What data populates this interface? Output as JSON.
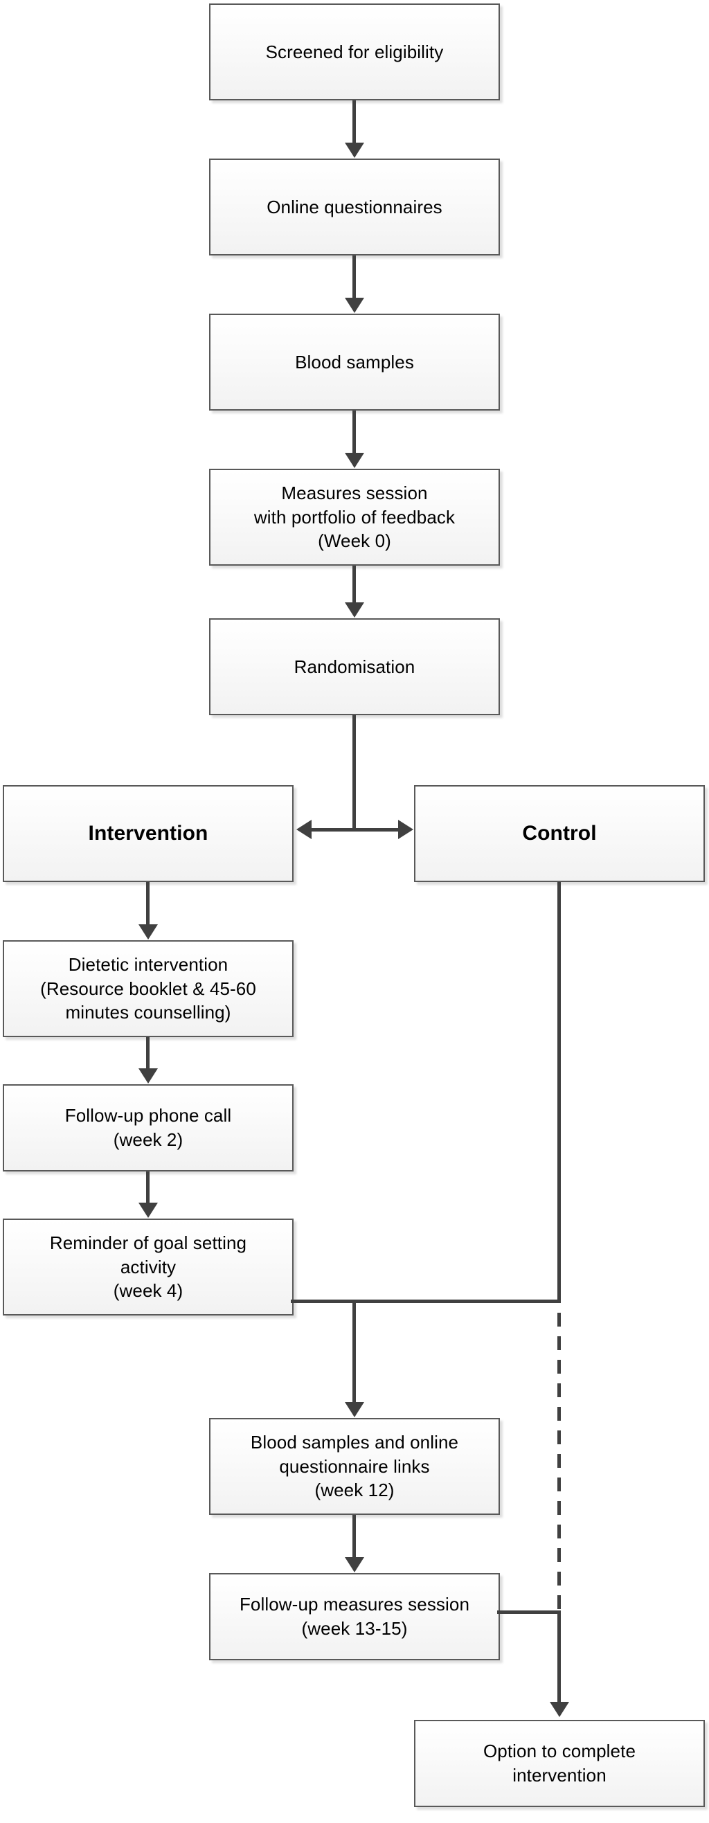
{
  "diagram": {
    "type": "flowchart",
    "title": "Study protocol flow diagram",
    "colors": {
      "node_border": "#595959",
      "node_fill": "#f2f2f2",
      "connector": "#404040",
      "background": "#ffffff"
    },
    "nodes": [
      {
        "id": "screened",
        "label": "Screened for eligibility",
        "bold": false
      },
      {
        "id": "online-q",
        "label": "Online questionnaires",
        "bold": false
      },
      {
        "id": "blood",
        "label": "Blood samples",
        "bold": false
      },
      {
        "id": "measures",
        "label": "Measures session\nwith portfolio of  feedback\n(Week 0)",
        "bold": false
      },
      {
        "id": "randomisation",
        "label": "Randomisation",
        "bold": false
      },
      {
        "id": "intervention",
        "label": "Intervention",
        "bold": true
      },
      {
        "id": "control",
        "label": "Control",
        "bold": true
      },
      {
        "id": "dietetic",
        "label": "Dietetic intervention\n(Resource booklet & 45-60\nminutes counselling)",
        "bold": false
      },
      {
        "id": "phone-call",
        "label": "Follow-up phone call\n(week 2)",
        "bold": false
      },
      {
        "id": "reminder",
        "label": "Reminder of goal setting\nactivity\n(week 4)",
        "bold": false
      },
      {
        "id": "blood-online",
        "label": "Blood samples and online\nquestionnaire links\n(week 12)",
        "bold": false
      },
      {
        "id": "followup",
        "label": "Follow-up measures session\n(week 13-15)",
        "bold": false
      },
      {
        "id": "option",
        "label": "Option to complete\nintervention",
        "bold": false
      }
    ],
    "edges": [
      {
        "from": "screened",
        "to": "online-q",
        "style": "solid",
        "arrow": "down"
      },
      {
        "from": "online-q",
        "to": "blood",
        "style": "solid",
        "arrow": "down"
      },
      {
        "from": "blood",
        "to": "measures",
        "style": "solid",
        "arrow": "down"
      },
      {
        "from": "measures",
        "to": "randomisation",
        "style": "solid",
        "arrow": "down"
      },
      {
        "from": "randomisation",
        "to": "intervention",
        "style": "solid",
        "arrow": "left"
      },
      {
        "from": "randomisation",
        "to": "control",
        "style": "solid",
        "arrow": "right"
      },
      {
        "from": "intervention",
        "to": "dietetic",
        "style": "solid",
        "arrow": "down"
      },
      {
        "from": "dietetic",
        "to": "phone-call",
        "style": "solid",
        "arrow": "down"
      },
      {
        "from": "phone-call",
        "to": "reminder",
        "style": "solid",
        "arrow": "down"
      },
      {
        "from": "reminder",
        "to": "blood-online",
        "style": "solid",
        "arrow": "down"
      },
      {
        "from": "control",
        "to": "blood-online",
        "style": "solid",
        "arrow": "none"
      },
      {
        "from": "blood-online",
        "to": "followup",
        "style": "solid",
        "arrow": "down"
      },
      {
        "from": "control",
        "to": "option",
        "style": "dashed",
        "arrow": "none"
      },
      {
        "from": "followup",
        "to": "option",
        "style": "solid",
        "arrow": "down"
      }
    ]
  }
}
